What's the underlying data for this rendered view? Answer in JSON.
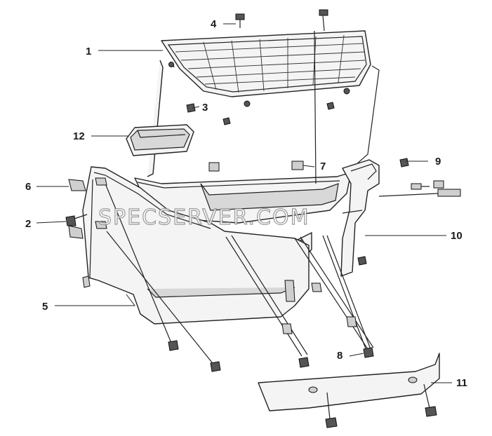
{
  "diagram": {
    "callouts": [
      {
        "id": "1",
        "label": "1"
      },
      {
        "id": "2",
        "label": "2"
      },
      {
        "id": "3",
        "label": "3"
      },
      {
        "id": "4",
        "label": "4"
      },
      {
        "id": "5",
        "label": "5"
      },
      {
        "id": "6",
        "label": "6"
      },
      {
        "id": "7",
        "label": "7"
      },
      {
        "id": "8",
        "label": "8"
      },
      {
        "id": "9",
        "label": "9"
      },
      {
        "id": "10",
        "label": "10"
      },
      {
        "id": "11",
        "label": "11"
      },
      {
        "id": "12",
        "label": "12"
      }
    ],
    "watermark": "SPECSERVER.COM"
  },
  "colors": {
    "line": "#222222",
    "part_fill": "#f4f4f4",
    "shade": "#d8d8d8",
    "watermark_stroke": "#8a8a8a"
  }
}
